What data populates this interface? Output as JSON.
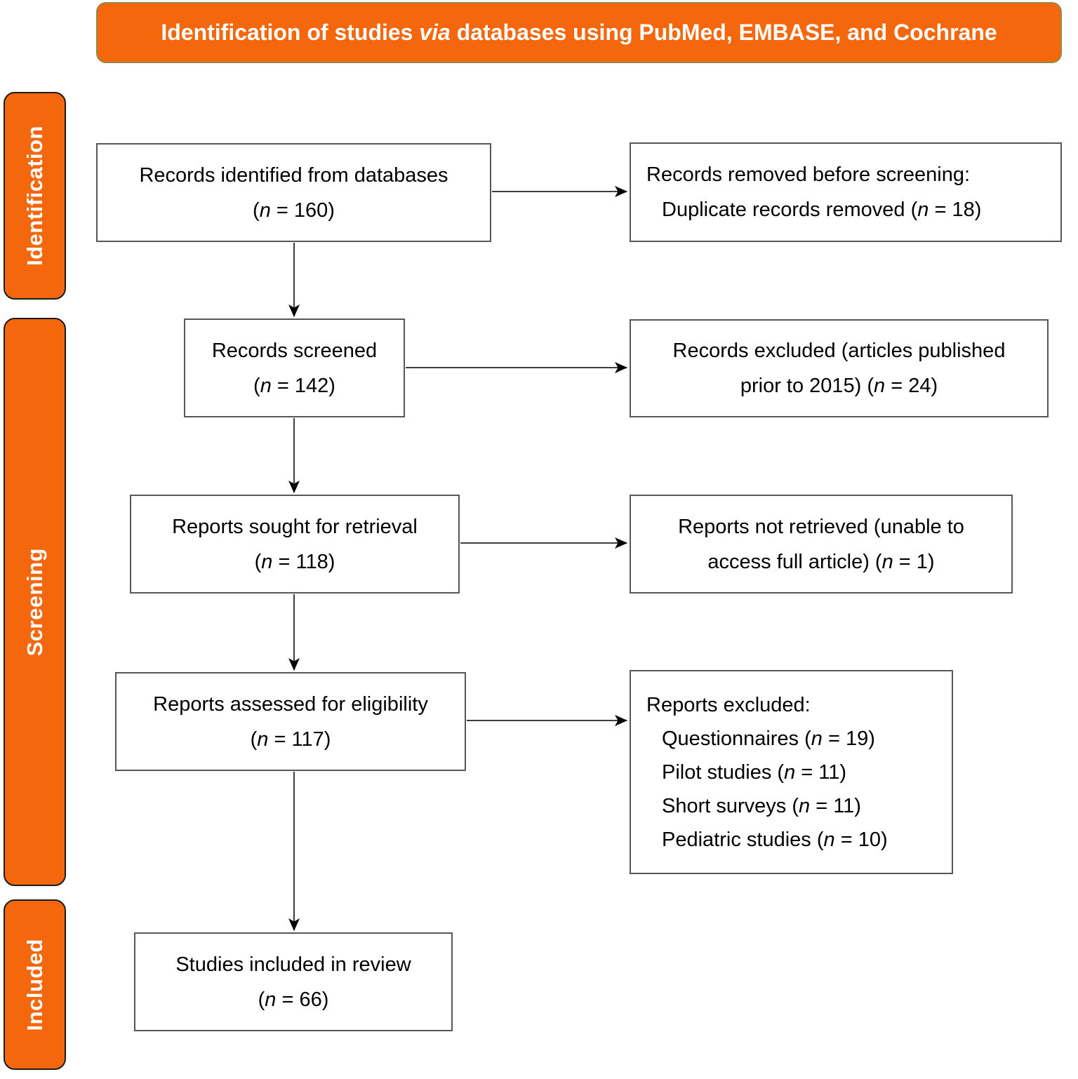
{
  "banner": {
    "text_before": "Identification of studies ",
    "via": "via",
    "text_after": " databases using PubMed, EMBASE, and Cochrane"
  },
  "colors": {
    "accent_orange": "#F4670D",
    "banner_border": "#97874A",
    "stage_border": "#1A1A1A",
    "box_border": "#575757",
    "arrow": "#3D3D3D",
    "banner_text": "#FFFFFF",
    "box_text": "#000000"
  },
  "sidebar": {
    "items": [
      {
        "label": "Identification"
      },
      {
        "label": "Screening"
      },
      {
        "label": "Included"
      }
    ]
  },
  "boxes": {
    "left": [
      {
        "label": "Records identified from databases",
        "n_pre": "(",
        "n": "n",
        "n_post": " = 160)"
      },
      {
        "label": "Records screened",
        "n_pre": "(",
        "n": "n",
        "n_post": " = 142)"
      },
      {
        "label": "Reports sought for retrieval",
        "n_pre": "(",
        "n": "n",
        "n_post": " = 118)"
      },
      {
        "label": "Reports assessed for eligibility",
        "n_pre": "(",
        "n": "n",
        "n_post": " = 117)"
      },
      {
        "label": "Studies included in review",
        "n_pre": "(",
        "n": "n",
        "n_post": " = 66)"
      }
    ],
    "right": [
      {
        "header": "Records removed before screening:",
        "items": [
          {
            "text": "Duplicate records removed (",
            "n": "n",
            "post": " = 18)"
          }
        ]
      },
      {
        "line1": "Records excluded (articles published",
        "line2": {
          "text": "prior to 2015) (",
          "n": "n",
          "post": " = 24)"
        }
      },
      {
        "line1": "Reports not retrieved (unable to",
        "line2": {
          "text": "access full article) (",
          "n": "n",
          "post": " = 1)"
        }
      },
      {
        "header": "Reports excluded:",
        "items": [
          {
            "text": "Questionnaires (",
            "n": "n",
            "post": " = 19)"
          },
          {
            "text": "Pilot studies (",
            "n": "n",
            "post": " = 11)"
          },
          {
            "text": "Short surveys (",
            "n": "n",
            "post": " = 11)"
          },
          {
            "text": "Pediatric studies (",
            "n": "n",
            "post": " = 10)"
          }
        ]
      }
    ]
  }
}
